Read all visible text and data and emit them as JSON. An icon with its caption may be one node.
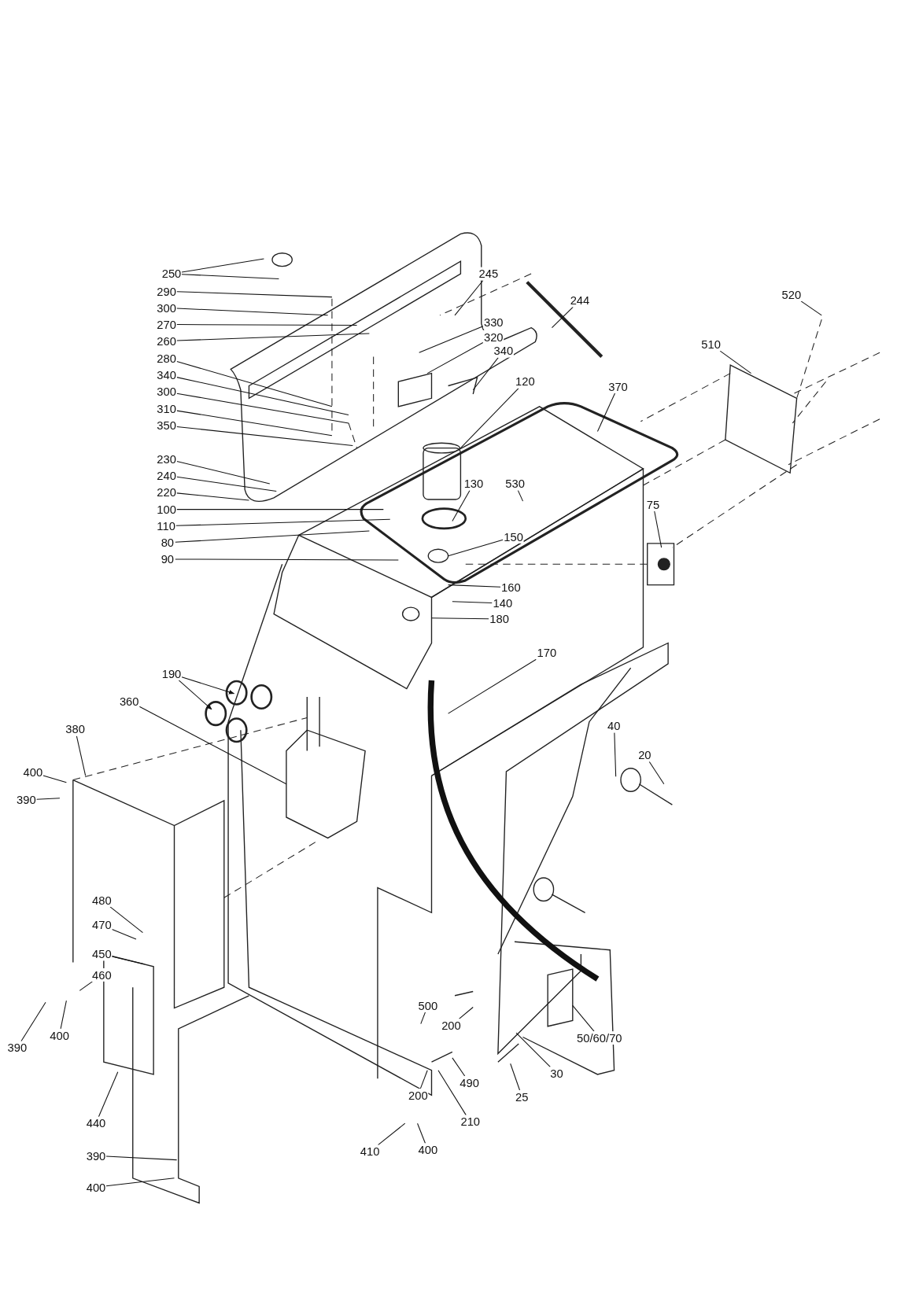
{
  "diagram": {
    "nodes": [
      {
        "text": [
          "250"
        ]
      },
      {
        "text": [
          "290"
        ]
      },
      {
        "text": [
          "300"
        ]
      },
      {
        "text": [
          "270"
        ]
      },
      {
        "text": [
          "260"
        ]
      },
      {
        "text": [
          "280"
        ]
      },
      {
        "text": [
          "340"
        ]
      },
      {
        "text": [
          "300"
        ]
      },
      {
        "text": [
          "310"
        ]
      },
      {
        "text": [
          "350"
        ]
      },
      {
        "text": [
          "230"
        ]
      },
      {
        "text": [
          "240"
        ]
      },
      {
        "text": [
          "220"
        ]
      },
      {
        "text": [
          "100"
        ]
      },
      {
        "text": [
          "110"
        ]
      },
      {
        "text": [
          "80"
        ]
      },
      {
        "text": [
          "90"
        ]
      },
      {
        "text": [
          "245"
        ]
      },
      {
        "text": [
          "244"
        ]
      },
      {
        "text": [
          "330"
        ]
      },
      {
        "text": [
          "320"
        ]
      },
      {
        "text": [
          "340"
        ]
      },
      {
        "text": [
          "120"
        ]
      },
      {
        "text": [
          "370"
        ]
      },
      {
        "text": [
          "520"
        ]
      },
      {
        "text": [
          "510"
        ]
      },
      {
        "text": [
          "530"
        ]
      },
      {
        "text": [
          "130"
        ]
      },
      {
        "text": [
          "150"
        ]
      },
      {
        "text": [
          "75"
        ]
      },
      {
        "text": [
          "160"
        ]
      },
      {
        "text": [
          "140"
        ]
      },
      {
        "text": [
          "180"
        ]
      },
      {
        "text": [
          "170"
        ]
      },
      {
        "text": [
          "190"
        ]
      },
      {
        "text": [
          "360"
        ]
      },
      {
        "text": [
          "380"
        ]
      },
      {
        "text": [
          "400"
        ]
      },
      {
        "text": [
          "390"
        ]
      },
      {
        "text": [
          "40"
        ]
      },
      {
        "text": [
          "20"
        ]
      },
      {
        "text": [
          "480"
        ]
      },
      {
        "text": [
          "470"
        ]
      },
      {
        "text": [
          "450"
        ]
      },
      {
        "text": [
          "460"
        ]
      },
      {
        "text": [
          "390"
        ]
      },
      {
        "text": [
          "400"
        ]
      },
      {
        "text": [
          "440"
        ]
      },
      {
        "text": [
          "390"
        ]
      },
      {
        "text": [
          "400"
        ]
      },
      {
        "text": [
          "500"
        ]
      },
      {
        "text": [
          "200"
        ]
      },
      {
        "text": [
          "490"
        ]
      },
      {
        "text": [
          "200"
        ]
      },
      {
        "text": [
          "210"
        ]
      },
      {
        "text": [
          "25"
        ]
      },
      {
        "text": [
          "30"
        ]
      },
      {
        "text": [
          "50/60/70"
        ]
      },
      {
        "text": [
          "410"
        ]
      },
      {
        "text": [
          "400"
        ]
      }
    ],
    "edges": [
      {
        "from": 0,
        "to": null,
        "arrow": "none"
      },
      {
        "from": 0,
        "to": null,
        "arrow": "none"
      },
      {
        "from": 1,
        "to": null,
        "arrow": "none"
      },
      {
        "from": 2,
        "to": null,
        "arrow": "none"
      },
      {
        "from": 3,
        "to": null,
        "arrow": "none"
      },
      {
        "from": 4,
        "to": null,
        "arrow": "none"
      },
      {
        "from": 5,
        "to": null,
        "arrow": "none"
      },
      {
        "from": 6,
        "to": null,
        "arrow": "none"
      },
      {
        "from": 7,
        "to": null,
        "arrow": "none"
      },
      {
        "from": 8,
        "to": null,
        "arrow": "none"
      },
      {
        "from": 9,
        "to": null,
        "arrow": "none"
      },
      {
        "from": 10,
        "to": null,
        "arrow": "none"
      },
      {
        "from": 11,
        "to": null,
        "arrow": "none"
      },
      {
        "from": 12,
        "to": null,
        "arrow": "none"
      },
      {
        "from": 13,
        "to": null,
        "arrow": "none"
      },
      {
        "from": 14,
        "to": null,
        "arrow": "none"
      },
      {
        "from": 15,
        "to": null,
        "arrow": "none"
      },
      {
        "from": 16,
        "to": null,
        "arrow": "none"
      },
      {
        "from": 17,
        "to": null,
        "arrow": "none"
      },
      {
        "from": 18,
        "to": null,
        "arrow": "none"
      },
      {
        "from": 19,
        "to": null,
        "arrow": "none"
      },
      {
        "from": 20,
        "to": null,
        "arrow": "none"
      },
      {
        "from": 21,
        "to": null,
        "arrow": "none"
      },
      {
        "from": 22,
        "to": null,
        "arrow": "none"
      },
      {
        "from": 23,
        "to": null,
        "arrow": "none"
      },
      {
        "from": 24,
        "to": null,
        "arrow": "none"
      },
      {
        "from": 25,
        "to": null,
        "arrow": "none"
      },
      {
        "from": 26,
        "to": null,
        "arrow": "none"
      },
      {
        "from": 27,
        "to": null,
        "arrow": "none"
      },
      {
        "from": 28,
        "to": null,
        "arrow": "none"
      },
      {
        "from": 29,
        "to": null,
        "arrow": "none"
      },
      {
        "from": 30,
        "to": null,
        "arrow": "none"
      },
      {
        "from": 31,
        "to": null,
        "arrow": "none"
      },
      {
        "from": 32,
        "to": null,
        "arrow": "none"
      },
      {
        "from": 33,
        "to": null,
        "arrow": "none"
      },
      {
        "from": 34,
        "to": null,
        "arrow": "to"
      },
      {
        "from": 34,
        "to": null,
        "arrow": "to"
      },
      {
        "from": 35,
        "to": null,
        "arrow": "none"
      },
      {
        "from": 36,
        "to": null,
        "arrow": "none"
      },
      {
        "from": 37,
        "to": null,
        "arrow": "none"
      },
      {
        "from": 38,
        "to": null,
        "arrow": "none"
      },
      {
        "from": 39,
        "to": null,
        "arrow": "none"
      },
      {
        "from": 40,
        "to": null,
        "arrow": "none"
      },
      {
        "from": 41,
        "to": null,
        "arrow": "none"
      },
      {
        "from": 42,
        "to": null,
        "arrow": "none"
      },
      {
        "from": 43,
        "to": null,
        "arrow": "none"
      },
      {
        "from": 44,
        "to": null,
        "arrow": "none"
      },
      {
        "from": 45,
        "to": null,
        "arrow": "none"
      },
      {
        "from": 46,
        "to": null,
        "arrow": "none"
      },
      {
        "from": 47,
        "to": null,
        "arrow": "none"
      },
      {
        "from": 48,
        "to": null,
        "arrow": "none"
      },
      {
        "from": 49,
        "to": null,
        "arrow": "none"
      },
      {
        "from": 50,
        "to": null,
        "arrow": "none"
      },
      {
        "from": 51,
        "to": null,
        "arrow": "none"
      },
      {
        "from": 52,
        "to": null,
        "arrow": "none"
      },
      {
        "from": 53,
        "to": null,
        "arrow": "none"
      },
      {
        "from": 54,
        "to": null,
        "arrow": "none"
      },
      {
        "from": 55,
        "to": null,
        "arrow": "none"
      },
      {
        "from": 56,
        "to": null,
        "arrow": "none"
      },
      {
        "from": 57,
        "to": null,
        "arrow": "none"
      },
      {
        "from": 58,
        "to": null,
        "arrow": "none"
      },
      {
        "from": 59,
        "to": null,
        "arrow": "none"
      }
    ]
  }
}
